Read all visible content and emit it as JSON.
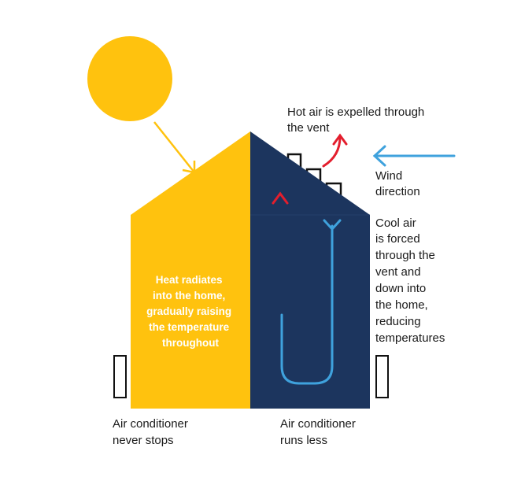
{
  "colors": {
    "sun": "#FFC20E",
    "warm_house": "#FFC20E",
    "cool_house": "#1C355E",
    "hot_air_arrow": "#E31E2D",
    "cool_air_arrow": "#3FA2DD",
    "text": "#1A1A1A",
    "inner_text": "#FFFFFF"
  },
  "icons": {
    "sun": "sun-icon",
    "sun_ray": "arrow-icon",
    "hot_air": "arrow-up-icon",
    "wind": "arrow-left-icon",
    "vent": "roof-vent-icon",
    "air_conditioner": "air-conditioner-icon"
  },
  "labels": {
    "hot_air": [
      "Hot air is expelled through",
      "the vent"
    ],
    "wind": [
      "Wind",
      "direction"
    ],
    "cool_air": [
      "Cool air",
      "is forced",
      "through the",
      "vent and",
      "down into",
      "the home,",
      "reducing",
      "temperatures"
    ],
    "heat_radiates": [
      "Heat radiates",
      "into the home,",
      "gradually raising",
      "the temperature",
      "throughout"
    ],
    "ac_left": [
      "Air conditioner",
      "never stops"
    ],
    "ac_right": [
      "Air conditioner",
      "runs less"
    ]
  }
}
